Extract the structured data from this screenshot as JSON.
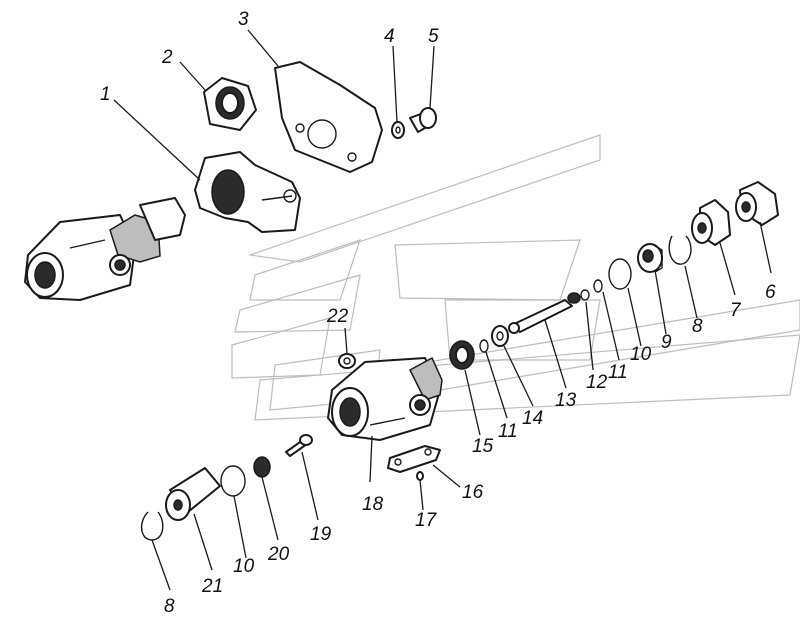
{
  "callouts": [
    {
      "id": "c1",
      "text": "1"
    },
    {
      "id": "c2",
      "text": "2"
    },
    {
      "id": "c3",
      "text": "3"
    },
    {
      "id": "c4",
      "text": "4"
    },
    {
      "id": "c5",
      "text": "5"
    },
    {
      "id": "c6",
      "text": "6"
    },
    {
      "id": "c7",
      "text": "7"
    },
    {
      "id": "c8a",
      "text": "8"
    },
    {
      "id": "c9",
      "text": "9"
    },
    {
      "id": "c10a",
      "text": "10"
    },
    {
      "id": "c11a",
      "text": "11"
    },
    {
      "id": "c12",
      "text": "12"
    },
    {
      "id": "c13",
      "text": "13"
    },
    {
      "id": "c14",
      "text": "14"
    },
    {
      "id": "c11b",
      "text": "11"
    },
    {
      "id": "c15",
      "text": "15"
    },
    {
      "id": "c16",
      "text": "16"
    },
    {
      "id": "c17",
      "text": "17"
    },
    {
      "id": "c18",
      "text": "18"
    },
    {
      "id": "c19",
      "text": "19"
    },
    {
      "id": "c20",
      "text": "20"
    },
    {
      "id": "c10b",
      "text": "10"
    },
    {
      "id": "c21",
      "text": "21"
    },
    {
      "id": "c8b",
      "text": "8"
    },
    {
      "id": "c22",
      "text": "22"
    }
  ]
}
